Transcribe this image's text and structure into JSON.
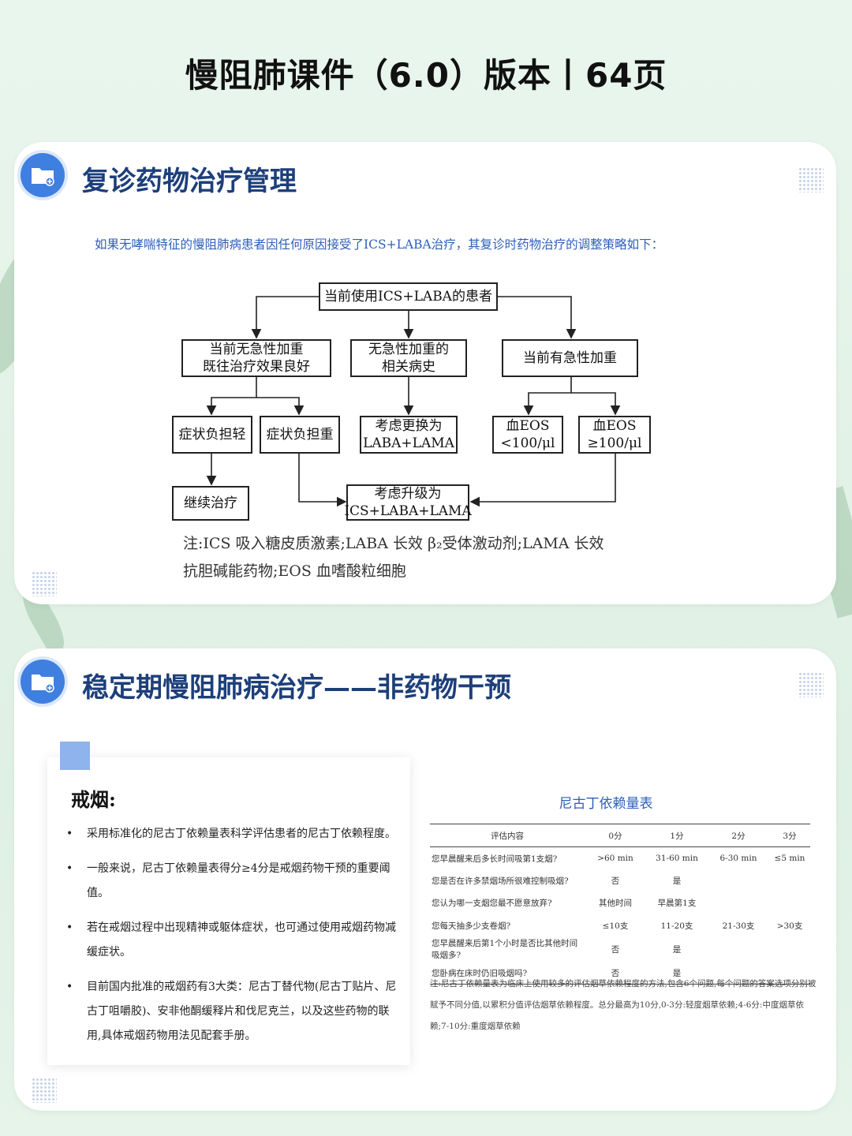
{
  "page_title": "慢阻肺课件（6.0）版本丨64页",
  "section1": {
    "title": "复诊药物治疗管理",
    "intro": "如果无哮喘特征的慢阻肺病患者因任何原因接受了ICS+LABA治疗，其复诊时药物治疗的调整策略如下：",
    "flowchart": {
      "root": "当前使用ICS+LABA的患者",
      "branch_a": "当前无急性加重\n既往治疗效果良好",
      "branch_b": "无急性加重的\n相关病史",
      "branch_c": "当前有急性加重",
      "a1": "症状负担轻",
      "a2": "症状负担重",
      "b1": "考虑更换为\nLABA+LAMA",
      "c1": "血EOS\n<100/μl",
      "c2": "血EOS\n≥100/μl",
      "continue": "继续治疗",
      "escalate": "考虑升级为\nICS+LABA+LAMA"
    },
    "note_line1": "注:ICS 吸入糖皮质激素;LABA 长效 β₂受体激动剂;LAMA 长效",
    "note_line2": "抗胆碱能药物;EOS 血嗜酸粒细胞"
  },
  "section2": {
    "title": "稳定期慢阻肺病治疗——非药物干预",
    "sub_heading": "戒烟:",
    "bullets": [
      "采用标准化的尼古丁依赖量表科学评估患者的尼古丁依赖程度。",
      "一般来说，尼古丁依赖量表得分≥4分是戒烟药物干预的重要阈值。",
      "若在戒烟过程中出现精神或躯体症状，也可通过使用戒烟药物减缓症状。",
      "目前国内批准的戒烟药有3大类：尼古丁替代物(尼古丁贴片、尼古丁咀嚼胶)、安非他酮缓释片和伐尼克兰，以及这些药物的联用,具体戒烟药物用法见配套手册。"
    ],
    "table": {
      "title": "尼古丁依赖量表",
      "headers": [
        "评估内容",
        "0分",
        "1分",
        "2分",
        "3分"
      ],
      "rows": [
        [
          "您早晨醒来后多长时间吸第1支烟?",
          ">60 min",
          "31-60 min",
          "6-30 min",
          "≤5 min"
        ],
        [
          "您是否在许多禁烟场所很难控制吸烟?",
          "否",
          "是",
          "",
          ""
        ],
        [
          "您认为哪一支烟您最不愿意放弃?",
          "其他时间",
          "早晨第1支",
          "",
          ""
        ],
        [
          "您每天抽多少支卷烟?",
          "≤10支",
          "11-20支",
          "21-30支",
          ">30支"
        ],
        [
          "您早晨醒来后第1个小时是否比其他时间吸烟多?",
          "否",
          "是",
          "",
          ""
        ],
        [
          "您卧病在床时仍旧吸烟吗?",
          "否",
          "是",
          "",
          ""
        ]
      ],
      "note": "注:尼古丁依赖量表为临床上使用较多的评估烟草依赖程度的方法,包含6个问题,每个问题的答案选项分别被赋予不同分值,以累积分值评估烟草依赖程度。总分最高为10分,0-3分:轻度烟草依赖;4-6分:中度烟草依赖;7-10分:重度烟草依赖"
    }
  },
  "colors": {
    "accent_blue": "#3f7fe0",
    "title_navy": "#1d3f7a",
    "intro_blue": "#2d5fb8",
    "sub_square": "#8fb3ec"
  },
  "icons": [
    "folder-add-icon",
    "dot-grid-decoration"
  ]
}
